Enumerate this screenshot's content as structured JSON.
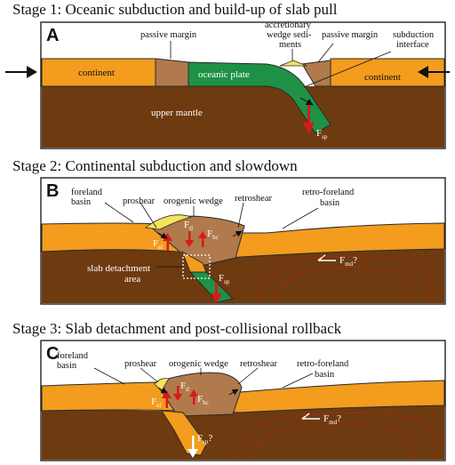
{
  "colors": {
    "continent": "#F39C1E",
    "continent_edge": "#2A2A2A",
    "mantle": "#6E3A10",
    "oceanic": "#1E9146",
    "passive_margin": "#B07A4C",
    "wedge": "#B07A4C",
    "sediment": "#F3E45C",
    "force_arrow": "#D7191C",
    "flow_line": "#D7191C",
    "white_arrow": "#FFFFFF"
  },
  "panels": [
    {
      "letter": "A",
      "title": "Stage 1: Oceanic subduction and build-up of slab pull",
      "labels": {
        "passive_margin_left": "passive margin",
        "accretionary_1": "accretionary",
        "accretionary_2": "wedge sedi-",
        "accretionary_3": "ments",
        "passive_margin_right": "passive margin",
        "subduction_1": "subduction",
        "subduction_2": "interface",
        "continent_left": "continent",
        "oceanic_plate": "oceanic plate",
        "continent_right": "continent",
        "upper_mantle": "upper mantle",
        "force_main": "F",
        "force_sub": "sp"
      }
    },
    {
      "letter": "B",
      "title": "Stage 2: Continental subduction and slowdown",
      "labels": {
        "foreland_1": "foreland",
        "foreland_2": "basin",
        "proshear": "proshear",
        "orogenic_wedge": "orogenic wedge",
        "retroshear": "retroshear",
        "retro_foreland_1": "retro-foreland",
        "retro_foreland_2": "basin",
        "f_el_main": "F",
        "f_el_sub": "el",
        "f_tl_main": "F",
        "f_tl_sub": "tl",
        "f_bc_main": "F",
        "f_bc_sub": "bc",
        "f_md_main": "F",
        "f_md_sub": "md",
        "f_md_q": "?",
        "slab_1": "slab detachment",
        "slab_2": "area",
        "f_sp_main": "F",
        "f_sp_sub": "sp"
      }
    },
    {
      "letter": "C",
      "title": "Stage 3: Slab detachment and post-collisional rollback",
      "labels": {
        "foreland_1": "foreland",
        "foreland_2": "basin",
        "proshear": "proshear",
        "orogenic_wedge": "orogenic wedge",
        "retroshear": "retroshear",
        "retro_foreland_1": "retro-foreland",
        "retro_foreland_2": "basin",
        "f_el_main": "F",
        "f_el_sub": "el",
        "f_tl_main": "F",
        "f_tl_sub": "tl",
        "f_bc_main": "F",
        "f_bc_sub": "bc",
        "f_md_main": "F",
        "f_md_sub": "md",
        "f_md_q": "?",
        "f_sp_main": "F",
        "f_sp_sub": "sp",
        "f_sp_q": "?"
      }
    }
  ]
}
